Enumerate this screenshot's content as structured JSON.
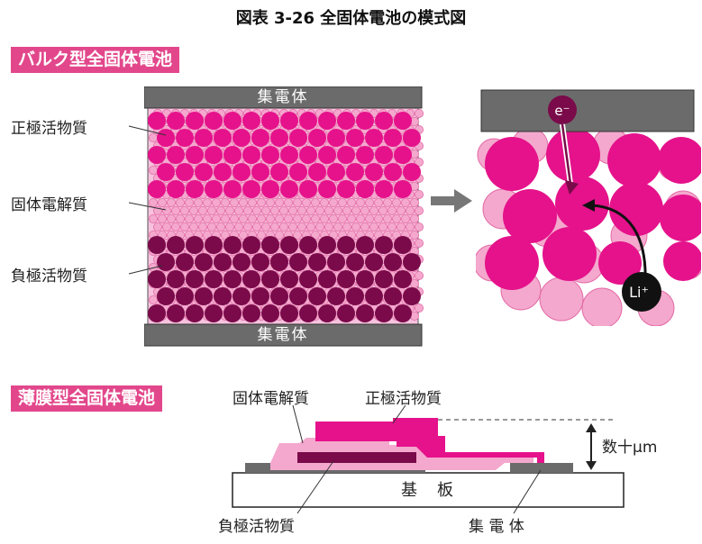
{
  "figure_title": "図表 3-26 全固体電池の模式図",
  "bulk": {
    "section_label": "バルク型全固体電池",
    "top_collector": "集電体",
    "bottom_collector": "集電体",
    "cathode_label": "正極活物質",
    "electrolyte_label": "固体電解質",
    "anode_label": "負極活物質",
    "electron_label": "e⁻",
    "lithium_label": "Li⁺"
  },
  "thin": {
    "section_label": "薄膜型全固体電池",
    "electrolyte_label": "固体電解質",
    "cathode_label": "正極活物質",
    "thickness_label": "数十μm",
    "substrate_label": "基　板",
    "anode_label": "負極活物質",
    "collector_label": "集 電 体"
  },
  "colors": {
    "cathode": "#e5128b",
    "electrolyte": "#f4a8cd",
    "anode": "#7a0a4a",
    "collector": "#6b6b6b",
    "label_bg": "#e2478b"
  }
}
